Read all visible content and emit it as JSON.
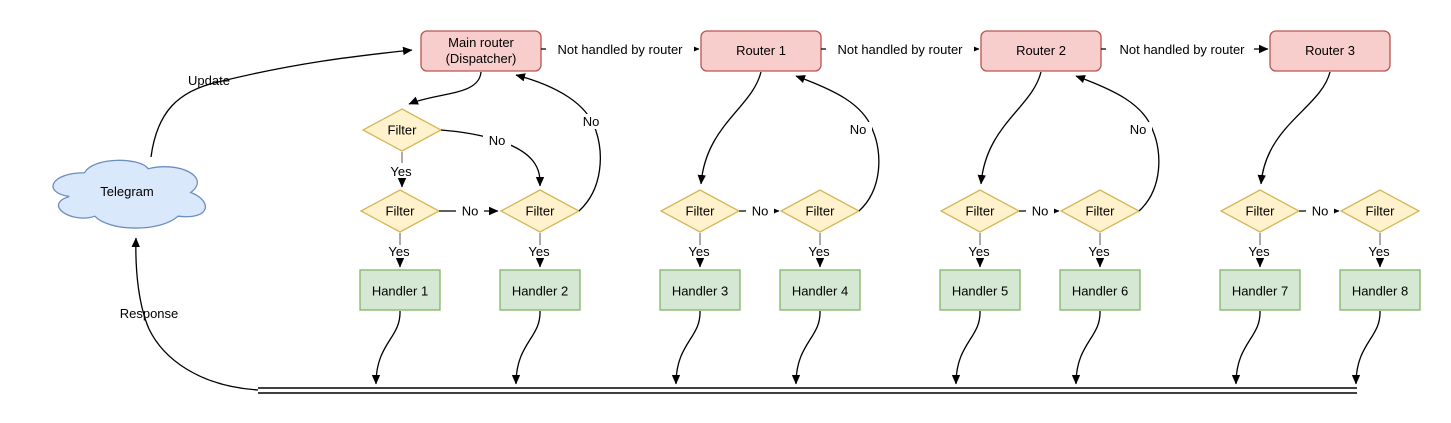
{
  "diagram": {
    "cloud": {
      "label": "Telegram"
    },
    "labels": {
      "update": "Update",
      "response": "Response",
      "not_handled": "Not handled by router",
      "yes": "Yes",
      "no": "No",
      "filter": "Filter"
    },
    "dispatcher": {
      "line1": "Main router",
      "line2": "(Dispatcher)"
    },
    "routers": [
      {
        "label": "Router 1"
      },
      {
        "label": "Router 2"
      },
      {
        "label": "Router 3"
      }
    ],
    "handlers": [
      {
        "label": "Handler 1"
      },
      {
        "label": "Handler 2"
      },
      {
        "label": "Handler 3"
      },
      {
        "label": "Handler 4"
      },
      {
        "label": "Handler 5"
      },
      {
        "label": "Handler 6"
      },
      {
        "label": "Handler 7"
      },
      {
        "label": "Handler 8"
      }
    ],
    "colors": {
      "router_fill": "#f8cecc",
      "router_stroke": "#b85450",
      "filter_fill": "#fff2cc",
      "filter_stroke": "#d6b656",
      "handler_fill": "#d5e8d4",
      "handler_stroke": "#82b366",
      "cloud_fill": "#dae8fc",
      "cloud_stroke": "#6c8ebf",
      "connector": "#000000"
    }
  }
}
